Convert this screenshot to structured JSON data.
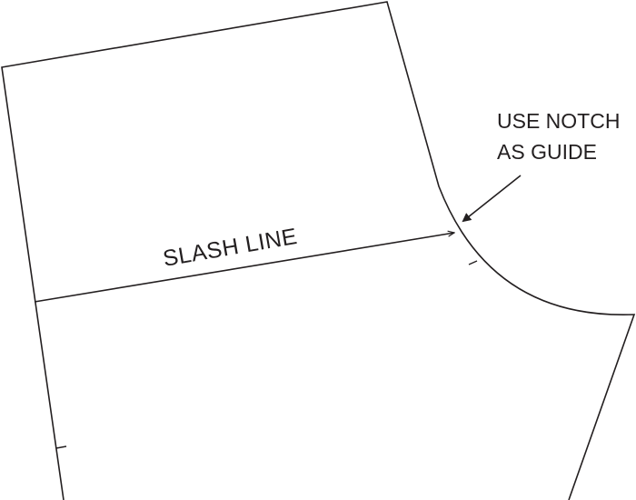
{
  "diagram": {
    "slash_label": "SLASH LINE",
    "note": {
      "line1": "USE NOTCH",
      "line2": "AS GUIDE"
    },
    "stroke_color": "#231f20",
    "background": "#ffffff"
  }
}
